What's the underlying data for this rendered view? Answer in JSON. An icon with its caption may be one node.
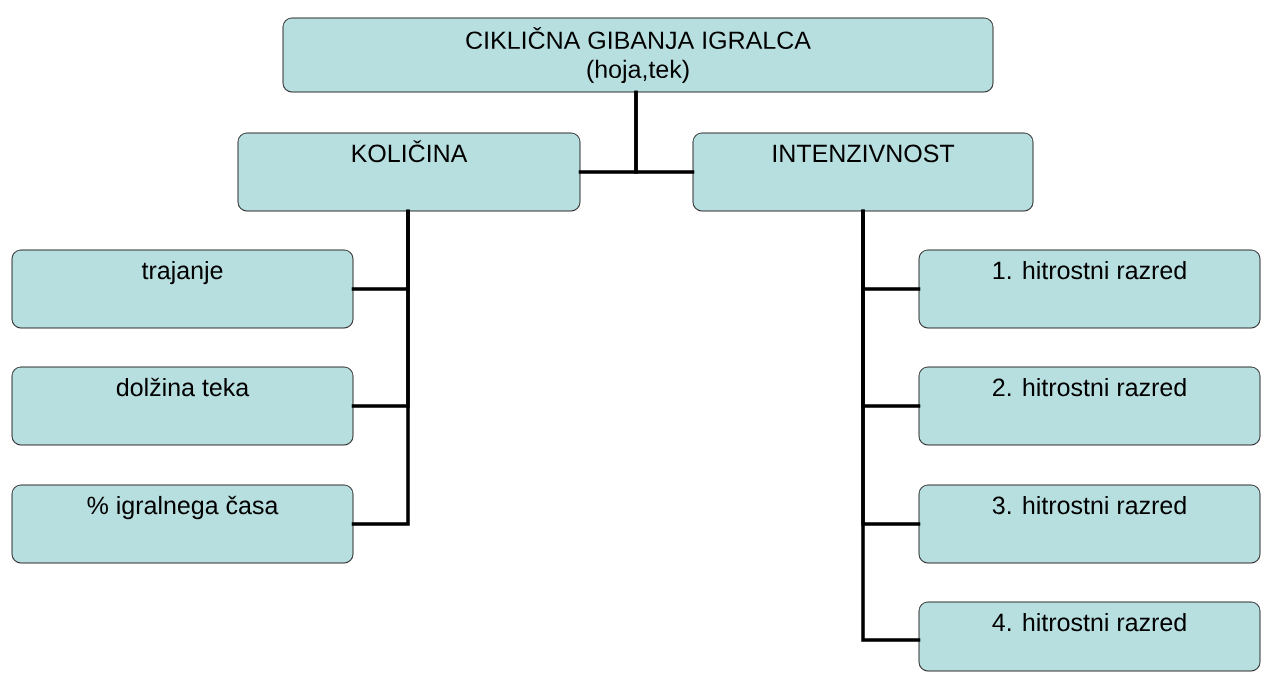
{
  "diagram": {
    "nodes": [
      {
        "text": [
          "CIKLIČNA GIBANJA IGRALCA",
          "(hoja,tek)"
        ]
      },
      {
        "text": [
          "KOLIČINA"
        ]
      },
      {
        "text": [
          "INTENZIVNOST"
        ]
      },
      {
        "text": [
          "trajanje"
        ]
      },
      {
        "text": [
          "dolžina teka"
        ]
      },
      {
        "text": [
          "% igralnega časa"
        ]
      },
      {
        "text": [
          "1. hitrostni razred"
        ]
      },
      {
        "text": [
          "2. hitrostni razred"
        ]
      },
      {
        "text": [
          "3. hitrostni razred"
        ]
      },
      {
        "text": [
          "4. hitrostni razred"
        ]
      }
    ],
    "edges": [
      {
        "from": 0,
        "to": 1,
        "arrow": "none"
      },
      {
        "from": 0,
        "to": 2,
        "arrow": "none"
      },
      {
        "from": 1,
        "to": 3,
        "arrow": "none"
      },
      {
        "from": 1,
        "to": 4,
        "arrow": "none"
      },
      {
        "from": 1,
        "to": 5,
        "arrow": "none"
      },
      {
        "from": 2,
        "to": 6,
        "arrow": "none"
      },
      {
        "from": 2,
        "to": 7,
        "arrow": "none"
      },
      {
        "from": 2,
        "to": 8,
        "arrow": "none"
      },
      {
        "from": 2,
        "to": 9,
        "arrow": "none"
      }
    ]
  }
}
